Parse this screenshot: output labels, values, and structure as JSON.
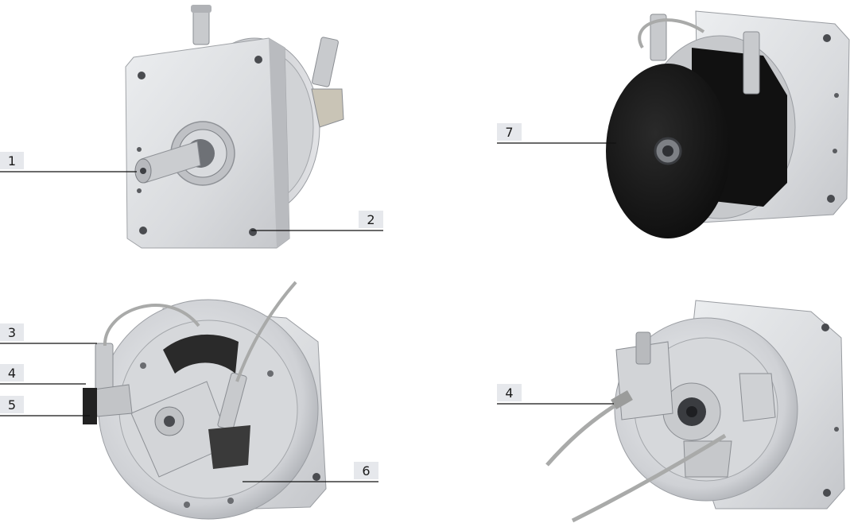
{
  "callouts": [
    {
      "label": "1"
    },
    {
      "label": "2"
    },
    {
      "label": "3"
    },
    {
      "label": "4"
    },
    {
      "label": "5"
    },
    {
      "label": "6"
    },
    {
      "label": "7"
    },
    {
      "label": "4"
    }
  ],
  "colors": {
    "metal_light": "#dcdde0",
    "metal_mid": "#c3c5c9",
    "metal_dark": "#8d9096",
    "black_housing": "#151515",
    "cable": "#a9aaa9",
    "callout_fill": "#e6e8ec",
    "leader_line": "#111111"
  }
}
